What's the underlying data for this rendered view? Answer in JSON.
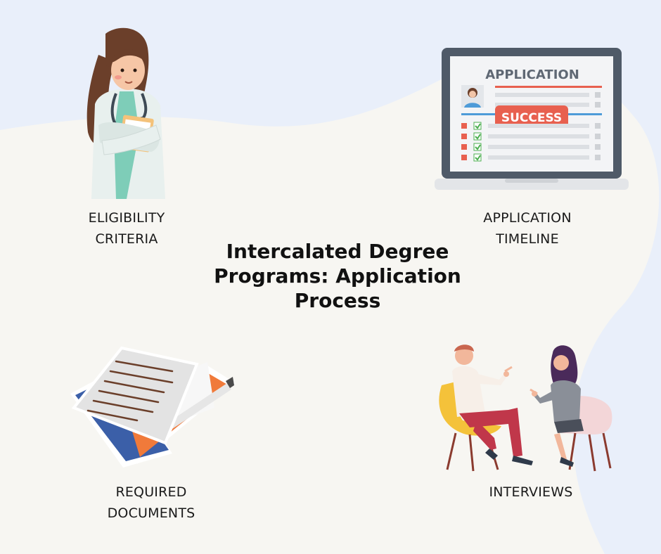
{
  "title": {
    "line1": "Intercalated Degree",
    "line2": "Programs: Application",
    "line3": "Process"
  },
  "steps": {
    "eligibility": {
      "line1": "ELIGIBILITY",
      "line2": "CRITERIA",
      "icon": "doctor-illustration"
    },
    "timeline": {
      "line1": "APPLICATION",
      "line2": "TIMELINE",
      "icon": "laptop-application-illustration"
    },
    "documents": {
      "line1": "REQUIRED",
      "line2": "DOCUMENTS",
      "icon": "documents-illustration"
    },
    "interviews": {
      "line1": "INTERVIEWS",
      "icon": "interview-illustration"
    }
  },
  "laptop": {
    "heading": "APPLICATION",
    "badge": "SUCCESS"
  },
  "colors": {
    "background": "#e9effa",
    "card": "#f7f6f2",
    "accent_red": "#e8604f",
    "accent_blue": "#4e9bd8",
    "check_green": "#4caf50"
  }
}
